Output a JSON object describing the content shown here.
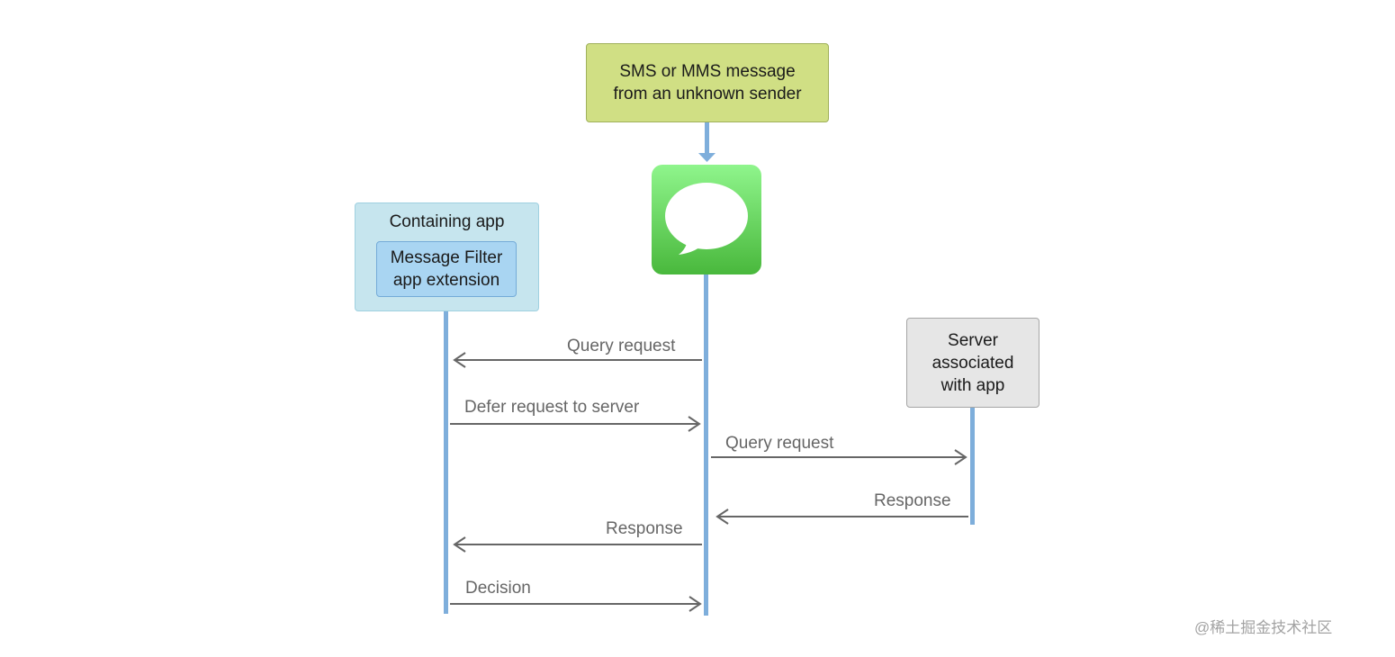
{
  "boxes": {
    "sms": "SMS or MMS message\nfrom an unknown sender",
    "container": "Containing app",
    "extension": "Message Filter\napp extension",
    "server": "Server\nassociated\nwith app"
  },
  "messages": [
    {
      "label": "Query request",
      "from": "messages",
      "to": "extension"
    },
    {
      "label": "Defer request to server",
      "from": "extension",
      "to": "messages"
    },
    {
      "label": "Query request",
      "from": "messages",
      "to": "server"
    },
    {
      "label": "Response",
      "from": "server",
      "to": "messages"
    },
    {
      "label": "Response",
      "from": "messages",
      "to": "extension"
    },
    {
      "label": "Decision",
      "from": "extension",
      "to": "messages"
    }
  ],
  "icons": {
    "messages_app": "messages-app-icon"
  },
  "colors": {
    "lifeline": "#7eaedb",
    "arrow": "#666666",
    "sms_box": "#d0df84",
    "container_box": "#c6e5ee",
    "extension_box": "#a9d5f2",
    "server_box": "#e6e6e6"
  },
  "watermark": "@稀土掘金技术社区"
}
